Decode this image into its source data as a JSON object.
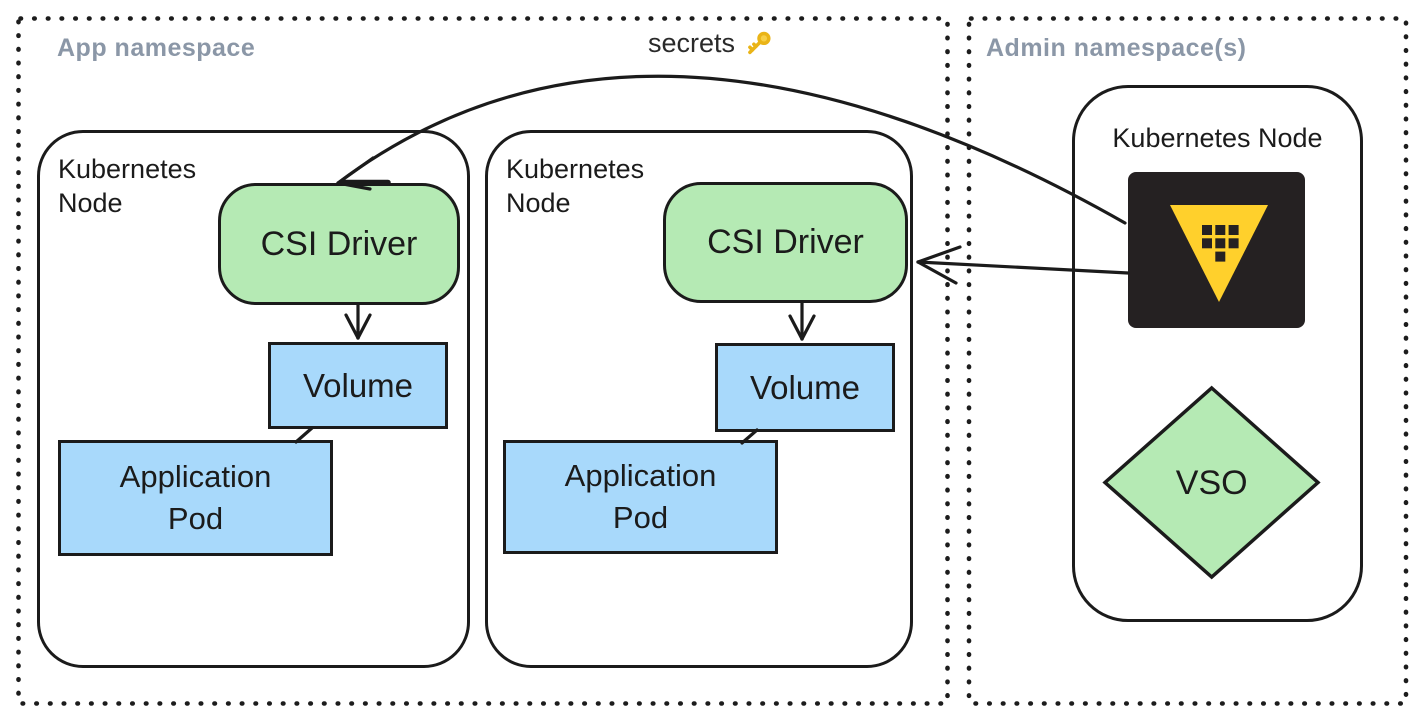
{
  "namespaces": {
    "app": {
      "label": "App namespace"
    },
    "admin": {
      "label": "Admin namespace(s)"
    }
  },
  "secrets": {
    "label": "secrets",
    "icon": "key-icon"
  },
  "nodes": {
    "node1": {
      "label": "Kubernetes\nNode",
      "csi": "CSI Driver",
      "volume": "Volume",
      "pod": "Application\nPod"
    },
    "node2": {
      "label": "Kubernetes\nNode",
      "csi": "CSI Driver",
      "volume": "Volume",
      "pod": "Application\nPod"
    },
    "admin_node": {
      "label": "Kubernetes Node",
      "logo": "vault-logo",
      "vso": "VSO"
    }
  },
  "arrows": {
    "vault_to_csi1": "curved arrow from Vault to CSI Driver node 1",
    "vault_to_csi2": "straight arrow from Vault to CSI Driver node 2",
    "csi_to_volume": "arrow from CSI Driver down to Volume",
    "volume_to_pod": "connector from Volume to Application Pod"
  },
  "colors": {
    "csi_fill": "#b5eab4",
    "box_blue": "#a8d9fb",
    "vault_yellow": "#ffd02c",
    "vault_black": "#252122",
    "line": "#1b1b1b",
    "namespace_label": "#8b97a7",
    "key_gold": "#eab417"
  }
}
